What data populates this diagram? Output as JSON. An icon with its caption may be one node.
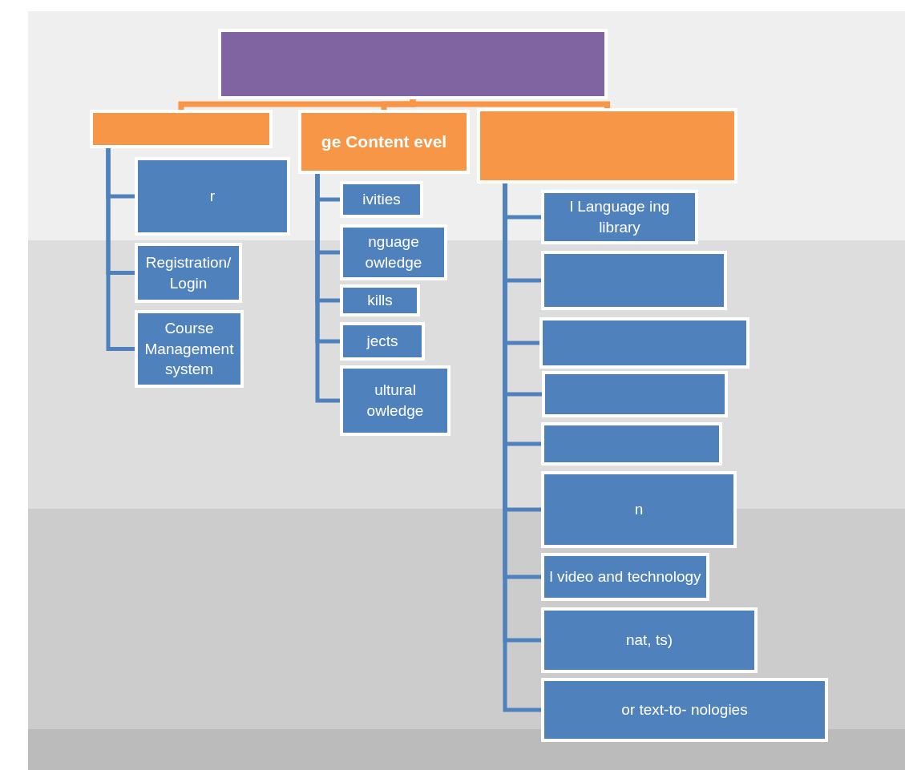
{
  "diagram": {
    "nodes": [
      {
        "text": [],
        "shape": "box"
      },
      {
        "text": [],
        "shape": "box"
      },
      {
        "text": [
          "ge Content evel"
        ]
      },
      {
        "text": [],
        "shape": "box"
      },
      {
        "text": [
          "r"
        ]
      },
      {
        "text": [
          "Registration/ Login"
        ]
      },
      {
        "text": [
          "Course Management system"
        ]
      },
      {
        "text": [
          "ivities"
        ]
      },
      {
        "text": [
          "nguage owledge"
        ]
      },
      {
        "text": [
          "kills"
        ]
      },
      {
        "text": [
          "jects"
        ]
      },
      {
        "text": [
          "ultural owledge"
        ]
      },
      {
        "text": [
          "l Language ing library"
        ]
      },
      {
        "text": [],
        "shape": "box"
      },
      {
        "text": [],
        "shape": "box"
      },
      {
        "text": [],
        "shape": "box"
      },
      {
        "text": [],
        "shape": "box"
      },
      {
        "text": [
          "n"
        ]
      },
      {
        "text": [
          "l video and technology"
        ]
      },
      {
        "text": [
          "nat, ts)"
        ]
      },
      {
        "text": [
          "or text-to- nologies"
        ]
      }
    ],
    "edges": [
      {
        "from": 0,
        "to": 1,
        "arrow": "none",
        "color": "#f79646"
      },
      {
        "from": 0,
        "to": 2,
        "arrow": "none",
        "color": "#f79646"
      },
      {
        "from": 0,
        "to": 3,
        "arrow": "none",
        "color": "#f79646"
      },
      {
        "from": 1,
        "to": 4,
        "arrow": "none"
      },
      {
        "from": 1,
        "to": 5,
        "arrow": "none"
      },
      {
        "from": 1,
        "to": 6,
        "arrow": "none"
      },
      {
        "from": 2,
        "to": 7,
        "arrow": "none"
      },
      {
        "from": 2,
        "to": 8,
        "arrow": "none"
      },
      {
        "from": 2,
        "to": 9,
        "arrow": "none"
      },
      {
        "from": 2,
        "to": 10,
        "arrow": "none"
      },
      {
        "from": 2,
        "to": 11,
        "arrow": "none"
      },
      {
        "from": 3,
        "to": 12,
        "arrow": "none"
      },
      {
        "from": 3,
        "to": 13,
        "arrow": "none"
      },
      {
        "from": 3,
        "to": 14,
        "arrow": "none"
      },
      {
        "from": 3,
        "to": 15,
        "arrow": "none"
      },
      {
        "from": 3,
        "to": 16,
        "arrow": "none"
      },
      {
        "from": 3,
        "to": 17,
        "arrow": "none"
      },
      {
        "from": 3,
        "to": 18,
        "arrow": "none"
      },
      {
        "from": 3,
        "to": 19,
        "arrow": "none"
      },
      {
        "from": 3,
        "to": 20,
        "arrow": "none"
      }
    ]
  }
}
